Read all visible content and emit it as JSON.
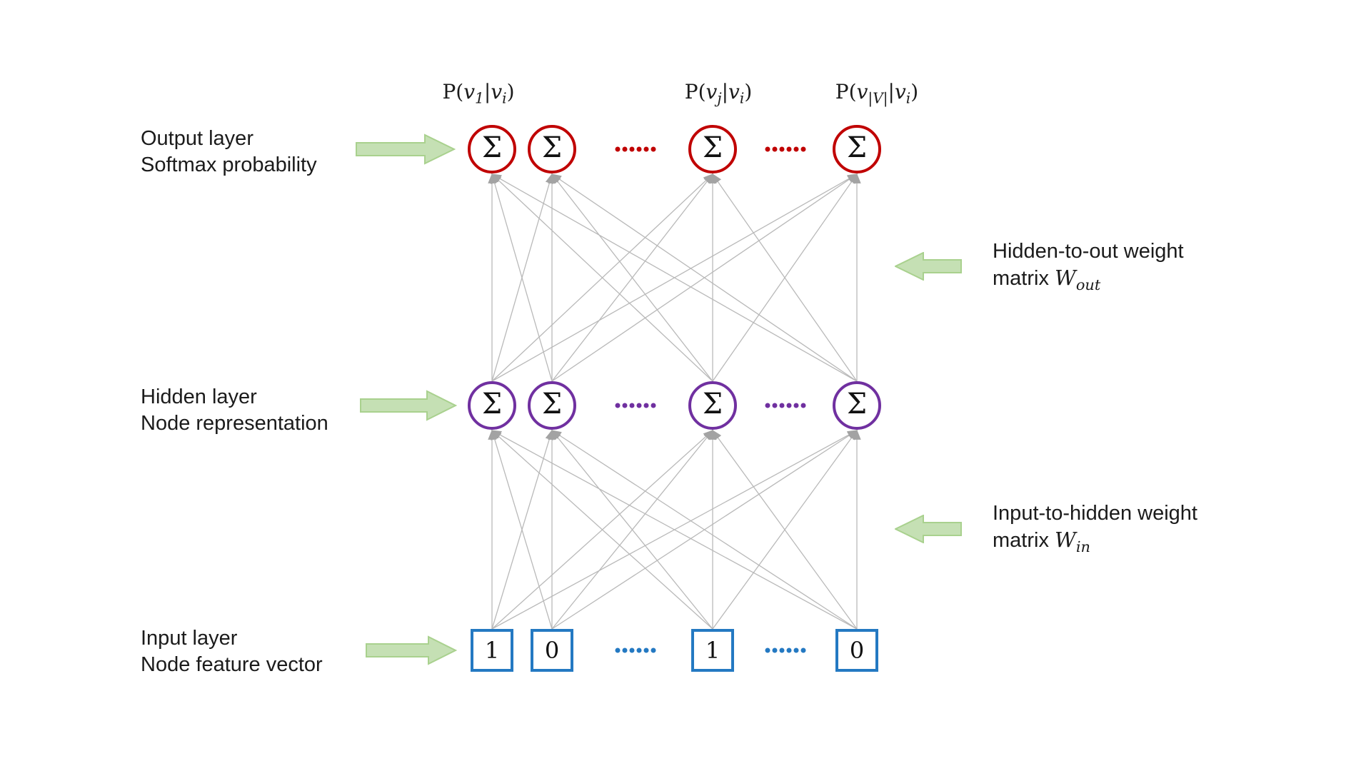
{
  "diagram": {
    "title_labels": [
      {
        "open": "P(",
        "a": "v",
        "asub": "1",
        "b": "|v",
        "bsub": "i",
        "close": ")"
      },
      {
        "open": "P(",
        "a": "v",
        "asub": "j",
        "b": "|v",
        "bsub": "i",
        "close": ")"
      },
      {
        "open": "P(",
        "a": "v",
        "asub": "|V|",
        "b": "|v",
        "bsub": "i",
        "close": ")"
      }
    ],
    "layers": {
      "output": {
        "label_line1": "Output layer",
        "label_line2": "Softmax probability",
        "node_symbol": "Σ"
      },
      "hidden": {
        "label_line1": "Hidden layer",
        "label_line2": "Node representation",
        "node_symbol": "Σ"
      },
      "input": {
        "label_line1": "Input layer",
        "label_line2": "Node feature vector",
        "values": [
          "1",
          "0",
          "1",
          "0"
        ]
      }
    },
    "weight_labels": [
      {
        "line1": "Hidden-to-out weight",
        "line2_prefix": "matrix ",
        "math": "W",
        "sub": "out"
      },
      {
        "line1": "Input-to-hidden weight",
        "line2_prefix": "matrix ",
        "math": "W",
        "sub": "in"
      }
    ],
    "colors": {
      "output_node": "#c00000",
      "hidden_node": "#7030a0",
      "input_node": "#2479c2",
      "connection_line": "#b9b9b9",
      "connection_head": "#a3a3a3",
      "arrow_fill": "#c5e0b4",
      "arrow_stroke": "#a9d18e",
      "text": "#1b1b1b"
    }
  }
}
